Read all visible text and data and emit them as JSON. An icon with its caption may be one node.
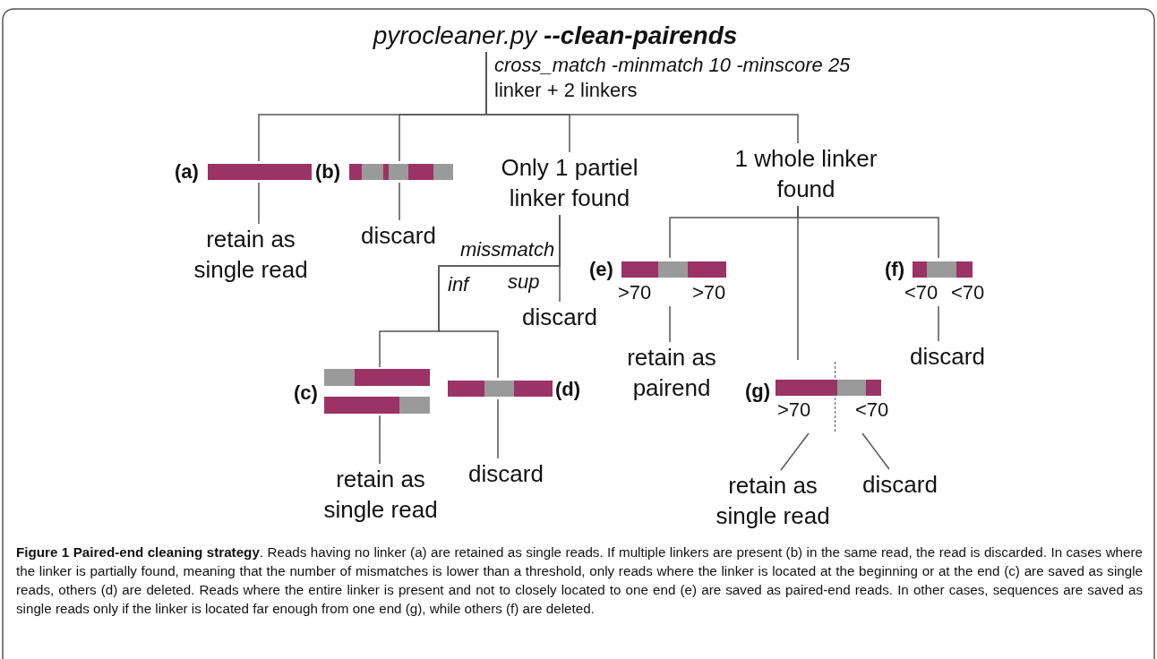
{
  "diagram": {
    "caption": "**Figure 1 Paired-end cleaning strategy**. Reads having no linker (a) are retained as single reads. If multiple linkers are present (b) in the same read, the read is discarded. In cases where the linker is partially found, meaning that the number of mismatches is lower than a threshold, only reads where the linker is located at the beginning or at the end (c) are saved as single reads, others (d) are deleted. Reads where the entire linker is present and not to closely located to one end (e) are saved as paired-end reads. In other cases, sequences are saved as single reads only if the linker is located far enough from one end (g), while others (f) are deleted.",
    "nodes": [
      {
        "text": [
          "pyrocleaner.py **--clean-pairends**"
        ]
      },
      {
        "text": [],
        "shape": "bar",
        "beside": [
          "(a)"
        ]
      },
      {
        "text": [],
        "shape": "bar",
        "beside": [
          "(b)"
        ]
      },
      {
        "text": [
          "Only 1 partiel linker found"
        ]
      },
      {
        "text": [
          "1 whole linker found"
        ]
      },
      {
        "text": [
          "retain as single read"
        ]
      },
      {
        "text": [
          "discard"
        ]
      },
      {
        "text": [
          "discard"
        ]
      },
      {
        "text": [],
        "shape": "bar",
        "beside": [
          "(c)"
        ]
      },
      {
        "text": [],
        "shape": "bar",
        "beside": [
          "(d)"
        ]
      },
      {
        "text": [
          "retain as single read"
        ]
      },
      {
        "text": [
          "discard"
        ]
      },
      {
        "text": [],
        "shape": "bar",
        "beside": [
          "(e)",
          ">70",
          ">70"
        ]
      },
      {
        "text": [],
        "shape": "bar",
        "beside": [
          "(f)",
          "<70",
          "<70"
        ]
      },
      {
        "text": [],
        "shape": "bar",
        "beside": [
          "(g)",
          ">70",
          "<70"
        ]
      },
      {
        "text": [
          "retain as pairend"
        ]
      },
      {
        "text": [
          "discard"
        ]
      },
      {
        "text": [
          "retain as single read"
        ]
      },
      {
        "text": [
          "discard"
        ]
      }
    ],
    "edges": [
      {
        "from": 0,
        "to": 1,
        "arrow": "none"
      },
      {
        "from": 0,
        "to": 2,
        "arrow": "none"
      },
      {
        "from": 0,
        "to": 3,
        "arrow": "none"
      },
      {
        "from": 0,
        "to": 4,
        "arrow": "none"
      },
      {
        "from": 1,
        "to": 5,
        "arrow": "none"
      },
      {
        "from": 2,
        "to": 6,
        "arrow": "none"
      },
      {
        "from": 3,
        "to": 7,
        "arrow": "none"
      },
      {
        "from": 3,
        "to": 8,
        "arrow": "none"
      },
      {
        "from": 3,
        "to": 9,
        "arrow": "none"
      },
      {
        "from": 8,
        "to": 10,
        "arrow": "none"
      },
      {
        "from": 9,
        "to": 11,
        "arrow": "none"
      },
      {
        "from": 4,
        "to": 12,
        "arrow": "none"
      },
      {
        "from": 4,
        "to": 14,
        "arrow": "none"
      },
      {
        "from": 4,
        "to": 13,
        "arrow": "none"
      },
      {
        "from": 12,
        "to": 15,
        "arrow": "none"
      },
      {
        "from": 13,
        "to": 16,
        "arrow": "none"
      },
      {
        "from": 14,
        "to": 17,
        "arrow": "none"
      },
      {
        "from": 14,
        "to": 18,
        "arrow": "none"
      }
    ],
    "labels": [
      "cross_match -minmatch 10 -minscore 25",
      "linker + 2 linkers",
      "missmatch",
      "inf",
      "sup"
    ]
  }
}
